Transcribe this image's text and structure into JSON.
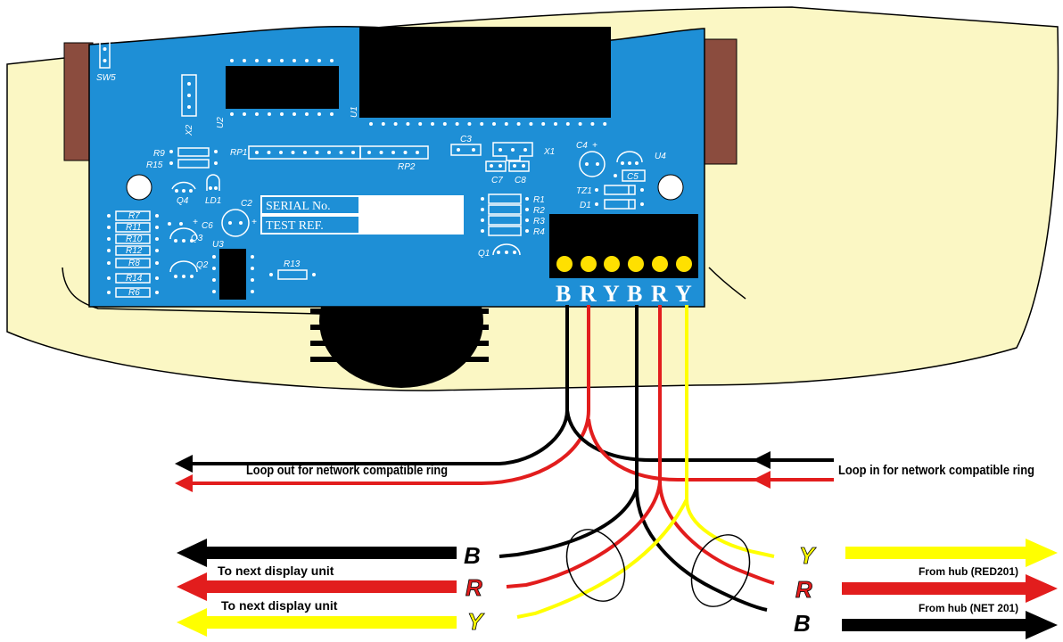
{
  "board": {
    "silkscreen": {
      "sw5": "SW5",
      "x2": "X2",
      "u2": "U2",
      "u1": "U1",
      "r9": "R9",
      "r15": "R15",
      "q4": "Q4",
      "ld1": "LD1",
      "rp1": "RP1",
      "rp2": "RP2",
      "c3": "C3",
      "x1": "X1",
      "c7": "C7",
      "c8": "C8",
      "c4": "C4",
      "u4": "U4",
      "c5": "C5",
      "tz1": "TZ1",
      "d1": "D1",
      "r1": "R1",
      "r2": "R2",
      "r3": "R3",
      "r4": "R4",
      "q1": "Q1",
      "r7": "R7",
      "r11": "R11",
      "r10": "R10",
      "r12": "R12",
      "r8": "R8",
      "r14": "R14",
      "r6": "R6",
      "c6": "C6",
      "q3": "Q3",
      "q2": "Q2",
      "c2": "C2",
      "u3": "U3",
      "r13": "R13"
    },
    "serial_label": "SERIAL No.",
    "test_ref_label": "TEST REF.",
    "terminals": [
      "B",
      "R",
      "Y",
      "B",
      "R",
      "Y"
    ]
  },
  "labels": {
    "loop_out": "Loop out for network compatible ring",
    "loop_in": "Loop in for network compatible ring",
    "to_next_1": "To next display unit",
    "to_next_2": "To next display unit",
    "from_hub_red": "From  hub (RED201)",
    "from_hub_net": "From  hub (NET 201)"
  },
  "wire_letters": {
    "left_b": "B",
    "left_r": "R",
    "left_y": "Y",
    "right_y": "Y",
    "right_r": "R",
    "right_b": "B"
  },
  "colors": {
    "board": "#1e8fd6",
    "housing": "#fbf7c4",
    "housing_side": "#8b4c3e",
    "wire_black": "#000000",
    "wire_red": "#e21d1d",
    "wire_yellow": "#ffff00",
    "terminal_pad": "#ffe000"
  }
}
